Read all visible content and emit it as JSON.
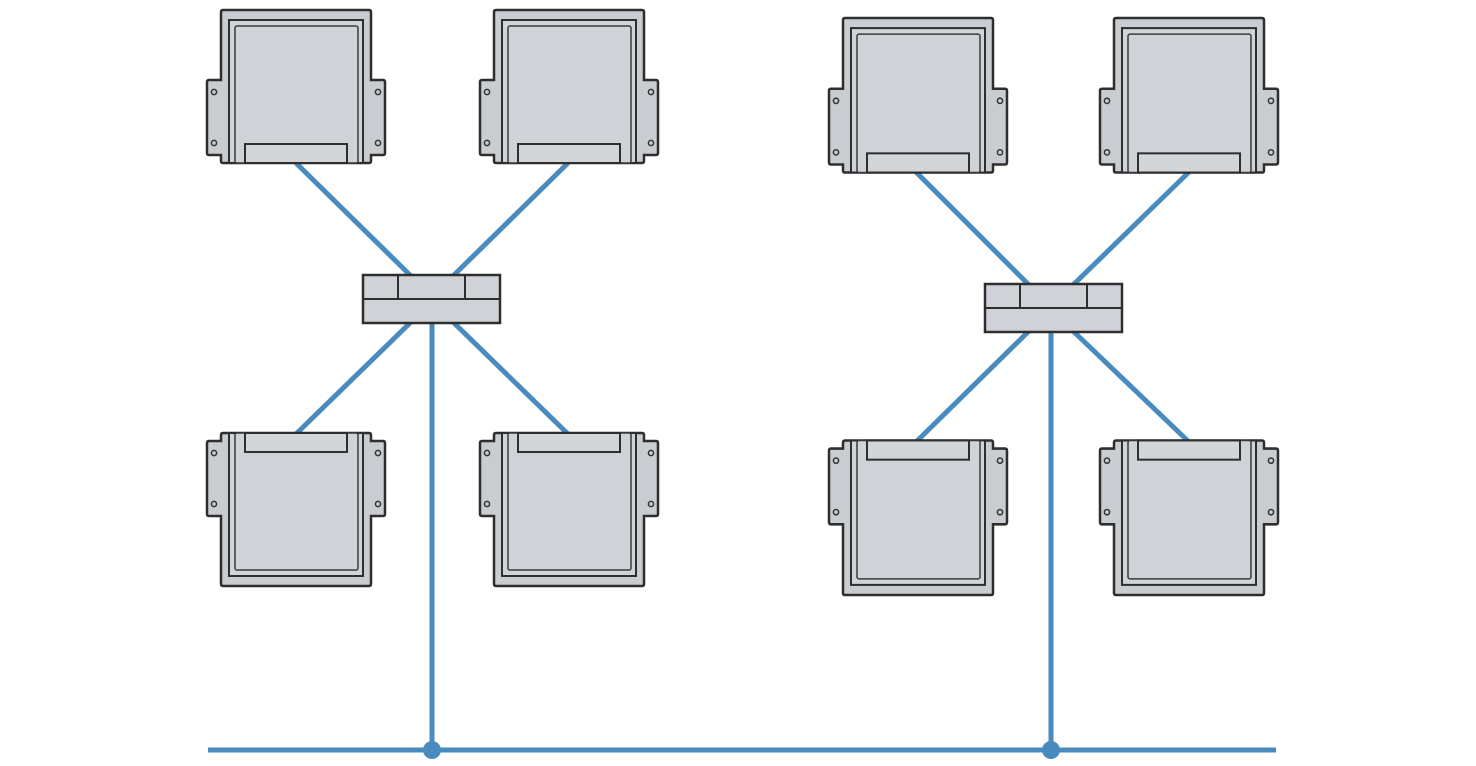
{
  "diagram": {
    "type": "network-topology",
    "colors": {
      "link": "#4a8bbf",
      "device_fill": "#cfd3d7",
      "device_stroke": "#2e2e2e"
    },
    "groups": [
      {
        "id": "group-left",
        "hub": "hub-left",
        "devices": [
          "device-1",
          "device-2",
          "device-3",
          "device-4"
        ]
      },
      {
        "id": "group-right",
        "hub": "hub-right",
        "devices": [
          "device-5",
          "device-6",
          "device-7",
          "device-8"
        ]
      }
    ],
    "backbone": {
      "connected_hubs": [
        "hub-left",
        "hub-right"
      ]
    }
  }
}
